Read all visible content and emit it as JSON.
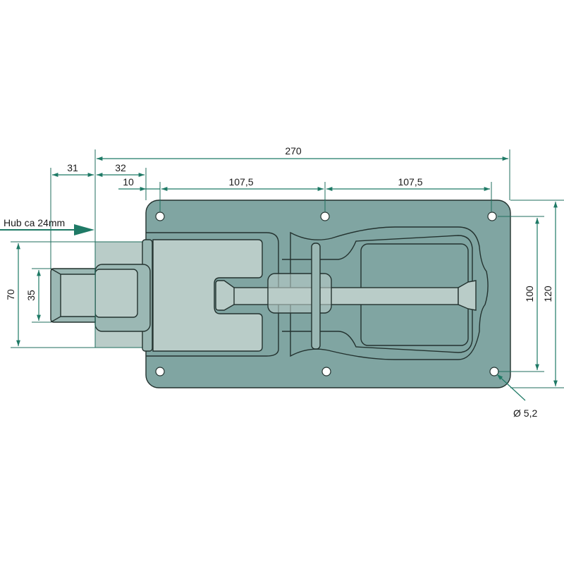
{
  "title": "Schubriegel Maßzeichnung",
  "dimensions": {
    "overall_length": "270",
    "bolt_extension": "31",
    "housing_offset": "32",
    "hole_edge_offset": "10",
    "hole_spacing_left": "107,5",
    "hole_spacing_right": "107,5",
    "housing_height": "70",
    "bolt_height": "35",
    "hole_vertical_spacing": "100",
    "plate_height": "120",
    "hole_diameter": "Ø 5,2"
  },
  "stroke_label": "Hub ca  24mm",
  "colors": {
    "plate": "#80a5a2",
    "light": "#b9ccc8",
    "dimension": "#1f7a66"
  }
}
